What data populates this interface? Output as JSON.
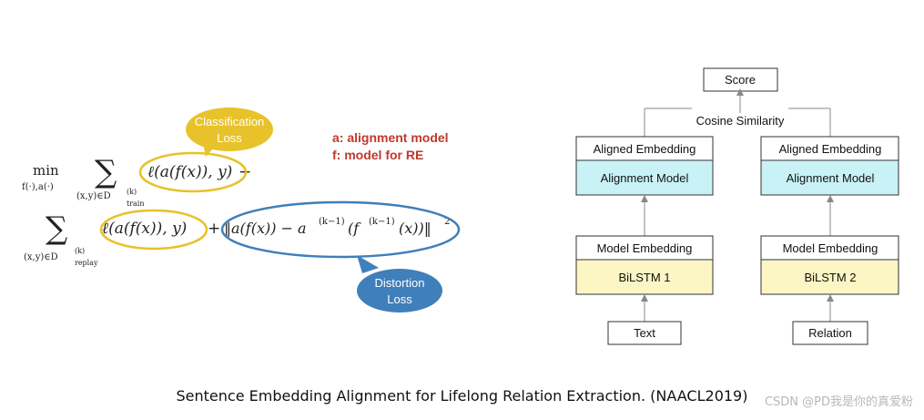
{
  "formula": {
    "min_op": "min",
    "min_sub": "f(·),a(·)",
    "sum_sub_train": "(x,y)∈D",
    "sup_k": "(k)",
    "train": "train",
    "term1": "ℓ(a(f(x)), y)",
    "plus": "+",
    "sum_sub_replay": "(x,y)∈D",
    "replay": "replay",
    "term2": "ℓ(a(f(x)), y)",
    "distortion": "‖a(f(x)) − a",
    "distortion_sup": "(k−1)",
    "distortion_mid": "(f",
    "distortion_tail": "(x))‖",
    "squared": "2"
  },
  "bubbles": {
    "classification": [
      "Classification",
      "Loss"
    ],
    "distortion": [
      "Distortion",
      "Loss"
    ]
  },
  "legend": {
    "a": "a: alignment model",
    "f": "f:  model for RE"
  },
  "architecture": {
    "score": "Score",
    "cosine": "Cosine Similarity",
    "left": {
      "aligned_embedding": "Aligned Embedding",
      "alignment_model": "Alignment Model",
      "model_embedding": "Model Embedding",
      "encoder": "BiLSTM 1",
      "input": "Text"
    },
    "right": {
      "aligned_embedding": "Aligned Embedding",
      "alignment_model": "Alignment Model",
      "model_embedding": "Model Embedding",
      "encoder": "BiLSTM 2",
      "input": "Relation"
    }
  },
  "colors": {
    "yellow": "#e8c22a",
    "blue": "#3f7fba",
    "legend_red": "#c0392b",
    "cyan_box": "#c9f2f7",
    "yellow_box": "#fbf6c3"
  },
  "caption": "Sentence Embedding Alignment for Lifelong Relation Extraction. (NAACL2019)",
  "watermark": "CSDN @PD我是你的真爱粉"
}
